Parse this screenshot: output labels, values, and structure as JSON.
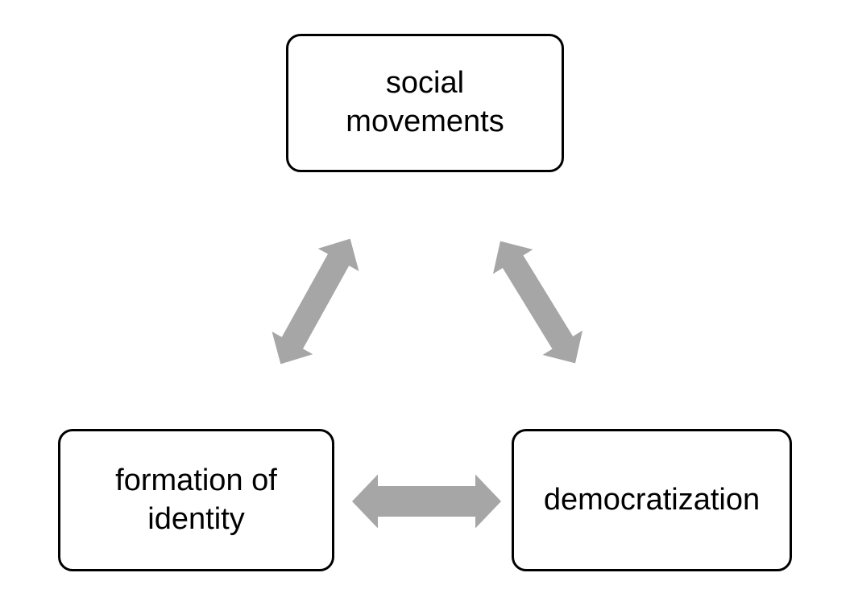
{
  "diagram": {
    "type": "cycle-relationship-diagram",
    "background_color": "#ffffff",
    "arrow_color": "#a6a6a6",
    "node_border_color": "#000000",
    "node_fill_color": "#ffffff",
    "text_color": "#000000",
    "nodes": {
      "top": {
        "label": "social movements"
      },
      "bottom_left": {
        "label": "formation of identity"
      },
      "bottom_right": {
        "label": "democratization"
      }
    },
    "arrows": [
      {
        "from": "social movements",
        "to": "formation of identity",
        "direction": "bidirectional",
        "style": "thick gray double-headed arrow"
      },
      {
        "from": "social movements",
        "to": "democratization",
        "direction": "bidirectional",
        "style": "thick gray double-headed arrow"
      },
      {
        "from": "formation of identity",
        "to": "democratization",
        "direction": "bidirectional",
        "style": "thick gray double-headed arrow"
      }
    ]
  }
}
